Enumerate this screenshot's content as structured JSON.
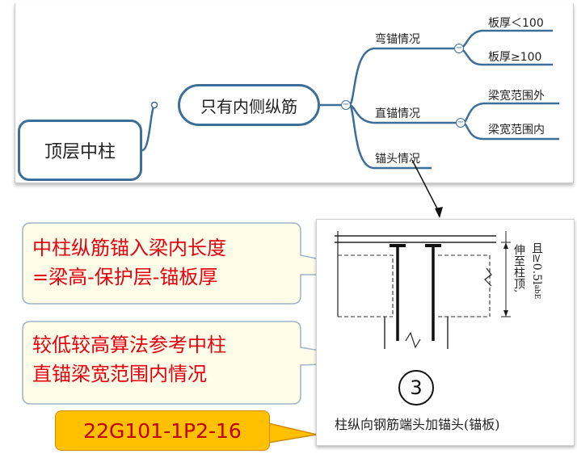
{
  "mindmap": {
    "root": "顶层中柱",
    "level1": "只有内侧纵筋",
    "branches": [
      {
        "label": "弯锚情况",
        "children": [
          "板厚＜100",
          "板厚≥100"
        ]
      },
      {
        "label": "直锚情况",
        "children": [
          "梁宽范围外",
          "梁宽范围内"
        ]
      },
      {
        "label": "锚头情况",
        "children": []
      }
    ]
  },
  "callouts": {
    "first": {
      "line1": "中柱纵筋锚入梁内长度",
      "line2": "=梁高-保护层-锚板厚"
    },
    "second": {
      "line1": "较低较高算法参考中柱",
      "line2": "直锚梁宽范围内情况"
    },
    "code": "22G101-1P2-16"
  },
  "drawing": {
    "detail_number": "3",
    "caption": "柱纵向钢筋端头加锚头(锚板)",
    "dim_text_1": "伸至柱顶,",
    "dim_text_2": "且≥0.5l",
    "dim_sub": "abE"
  },
  "colors": {
    "node_border": "#3c6e97",
    "callout_text": "#e60012",
    "callout_fill": "#fffde8",
    "code_fill": "#ffc000",
    "code_text": "#c00000"
  }
}
